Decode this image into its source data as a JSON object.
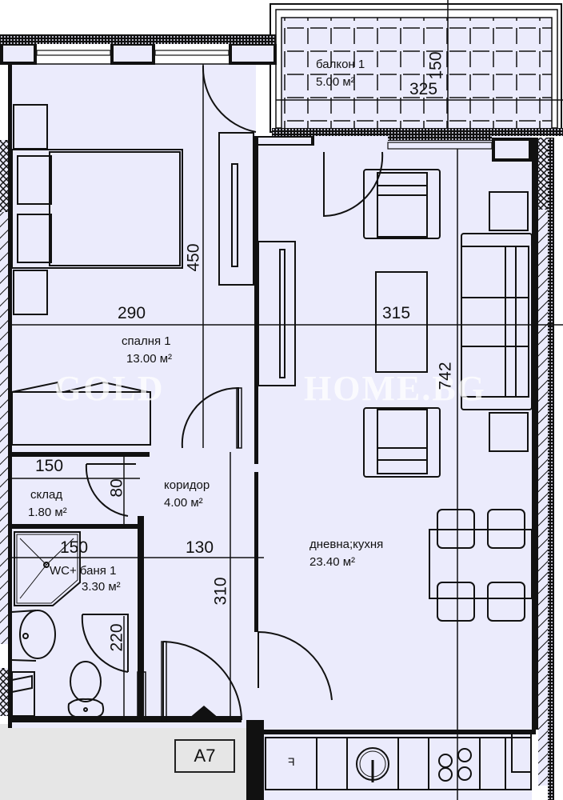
{
  "plan": {
    "unit_label": "A7",
    "watermark": {
      "left": "GOLD",
      "right": "HOME.BG"
    },
    "colors": {
      "floor": "#ebebfc",
      "wall": "#111111",
      "outside": "#e6e6e6",
      "background": "#ffffff"
    },
    "rooms": [
      {
        "id": "balcony",
        "name": "балкон 1",
        "area": "5.00 м²"
      },
      {
        "id": "bedroom",
        "name": "спалня 1",
        "area": "13.00 м²"
      },
      {
        "id": "storage",
        "name": "склад",
        "area": "1.80 м²"
      },
      {
        "id": "corridor",
        "name": "коридор",
        "area": "4.00 м²"
      },
      {
        "id": "bathroom",
        "name": "WC+ баня 1",
        "area": "3.30 м²"
      },
      {
        "id": "living",
        "name": "дневна;кухня",
        "area": "23.40 м²"
      }
    ],
    "dimensions": {
      "balcony_width": "325",
      "balcony_depth": "150",
      "bedroom_width": "290",
      "bedroom_depth": "450",
      "living_width": "315",
      "living_depth": "742",
      "storage_width": "150",
      "storage_depth": "80",
      "bath_width": "150",
      "bath_depth": "220",
      "corridor_width": "130",
      "corridor_depth": "310"
    },
    "fixtures": {
      "kitchen_marker": "F"
    }
  }
}
